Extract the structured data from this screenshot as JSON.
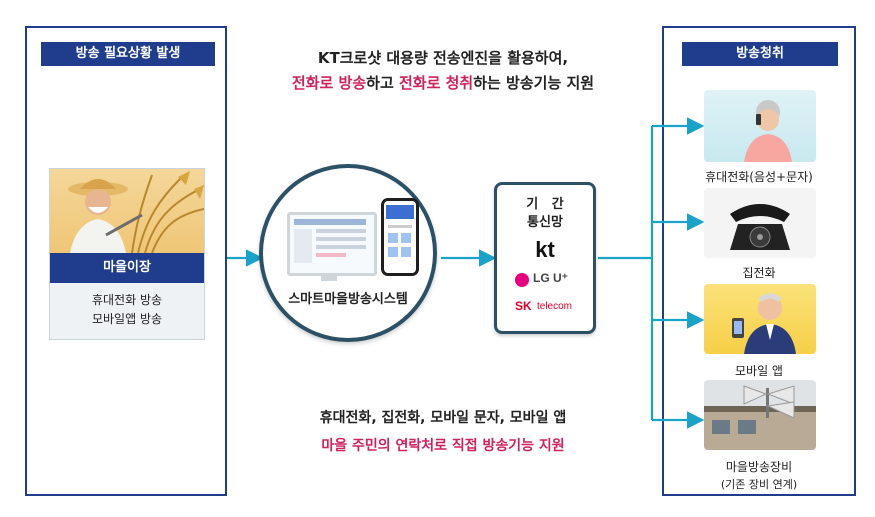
{
  "left_panel": {
    "title": "방송 필요상황 발생",
    "card_title": "마을이장",
    "card_lines": [
      "휴대전화 방송",
      "모바일앱 방송"
    ]
  },
  "right_panel": {
    "title": "방송청취",
    "items": [
      {
        "label": "휴대전화(음성+문자)",
        "sublabel": ""
      },
      {
        "label": "집전화",
        "sublabel": ""
      },
      {
        "label": "모바일 앱",
        "sublabel": ""
      },
      {
        "label": "마을방송장비",
        "sublabel": "(기존 장비 연계)"
      }
    ]
  },
  "top_text": {
    "line1": "KT크로샷 대용량 전송엔진을 활용하여,",
    "line2_parts": [
      "전화로 방송",
      "하고 ",
      "전화로 청취",
      "하는 방송기능 지원"
    ]
  },
  "center_system": {
    "label": "스마트마을방송시스템"
  },
  "network_box": {
    "title_line1": "기   간",
    "title_line2": "통신망",
    "carriers": [
      "kt",
      "LG U⁺",
      "SK",
      "telecom"
    ]
  },
  "bottom_text": {
    "line1": "휴대전화, 집전화, 모바일 문자, 모바일 앱",
    "line2": "마을 주민의 연락처로 직접 방송기능 지원"
  },
  "colors": {
    "navy": "#1f3d8c",
    "arrow": "#1aa3c8",
    "pink": "#d0215c",
    "circle_border": "#2c5166"
  }
}
